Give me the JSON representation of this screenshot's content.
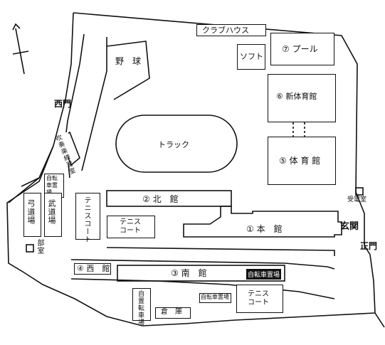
{
  "buildings": {
    "club_house": "クラブハウス",
    "pool": "⑦ プール",
    "softball": "ソフト",
    "baseball": "野　球",
    "new_gym": "⑥ 新体育館",
    "track": "トラック",
    "gym": "⑤ 体 育 館",
    "band_room": "吹奏楽練習室",
    "bike_parking_small": "自転車置場",
    "kyudo": "弓道場",
    "budo": "武道場",
    "tennis_court_vertical": "テニスコート",
    "tennis_court_center": "テニス\nコート",
    "north_building": "② 北　館",
    "main_building": "① 本　館",
    "club_room": "部室",
    "west_building": "④ 西　館",
    "south_building": "③ 南　館",
    "bike_parking_south": "自転車置場",
    "bike_parking_left": "自置転車場",
    "bike_parking_mid": "自転車置場",
    "tennis_court_south": "テニス\nコート",
    "warehouse": "倉　庫",
    "power_room": "受電室"
  },
  "gates": {
    "west_gate": "西門",
    "entrance": "玄関",
    "main_gate": "正門"
  },
  "colors": {
    "ink": "#111111",
    "background": "#ffffff"
  }
}
